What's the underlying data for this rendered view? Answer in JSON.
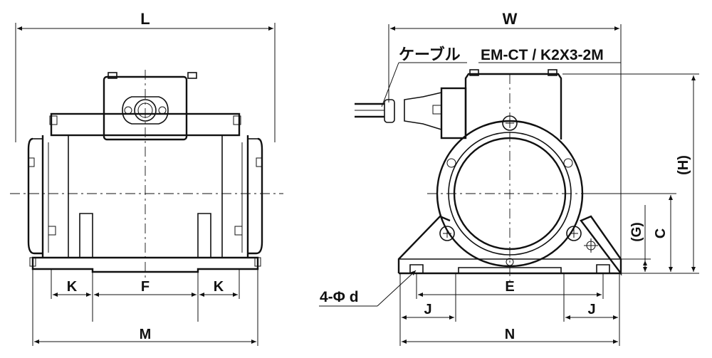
{
  "dimensions": {
    "L": "L",
    "W": "W",
    "H": "(H)",
    "C": "C",
    "G": "(G)",
    "K": "K",
    "F": "F",
    "M": "M",
    "E": "E",
    "J": "J",
    "N": "N",
    "hole": "4-Φ d"
  },
  "labels": {
    "cable": "ケーブル",
    "model": "EM-CT / K2X3-2M"
  },
  "colors": {
    "line": "#111111",
    "background": "#ffffff"
  }
}
